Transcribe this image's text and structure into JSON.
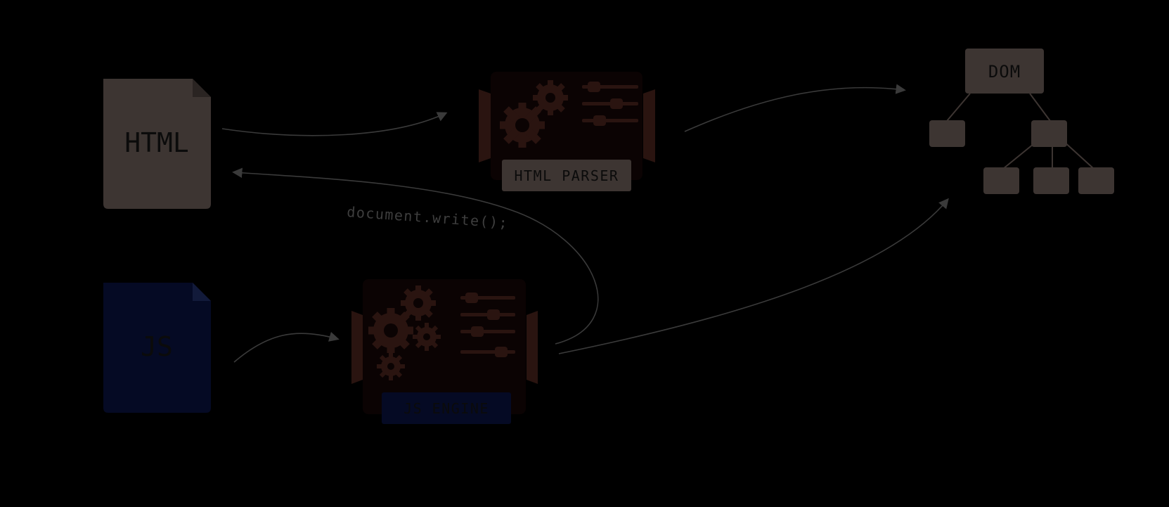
{
  "labels": {
    "html_file": "HTML",
    "js_file": "JS",
    "html_parser": "HTML PARSER",
    "js_engine": "JS ENGINE",
    "dom": "DOM",
    "document_write": "document.write();"
  },
  "colors": {
    "background": "#000000",
    "html_file": "#3d3532",
    "html_file_fold": "#2a2422",
    "js_file": "#050a24",
    "js_file_fold": "#121a3a",
    "engine_body": "#0b0303",
    "engine_gear": "#2a1410",
    "engine_side": "#2a1410",
    "html_parser_label_bg": "#3d3532",
    "js_engine_label_bg": "#050a24",
    "dom_node": "#3d3532",
    "arrow": "#3a3a3a",
    "text_dark": "#0b0b0b",
    "text_muted": "#3e3e3e"
  },
  "icons": [
    "file-icon",
    "gear-icon",
    "slider-icon",
    "tree-icon",
    "arrow-icon"
  ]
}
